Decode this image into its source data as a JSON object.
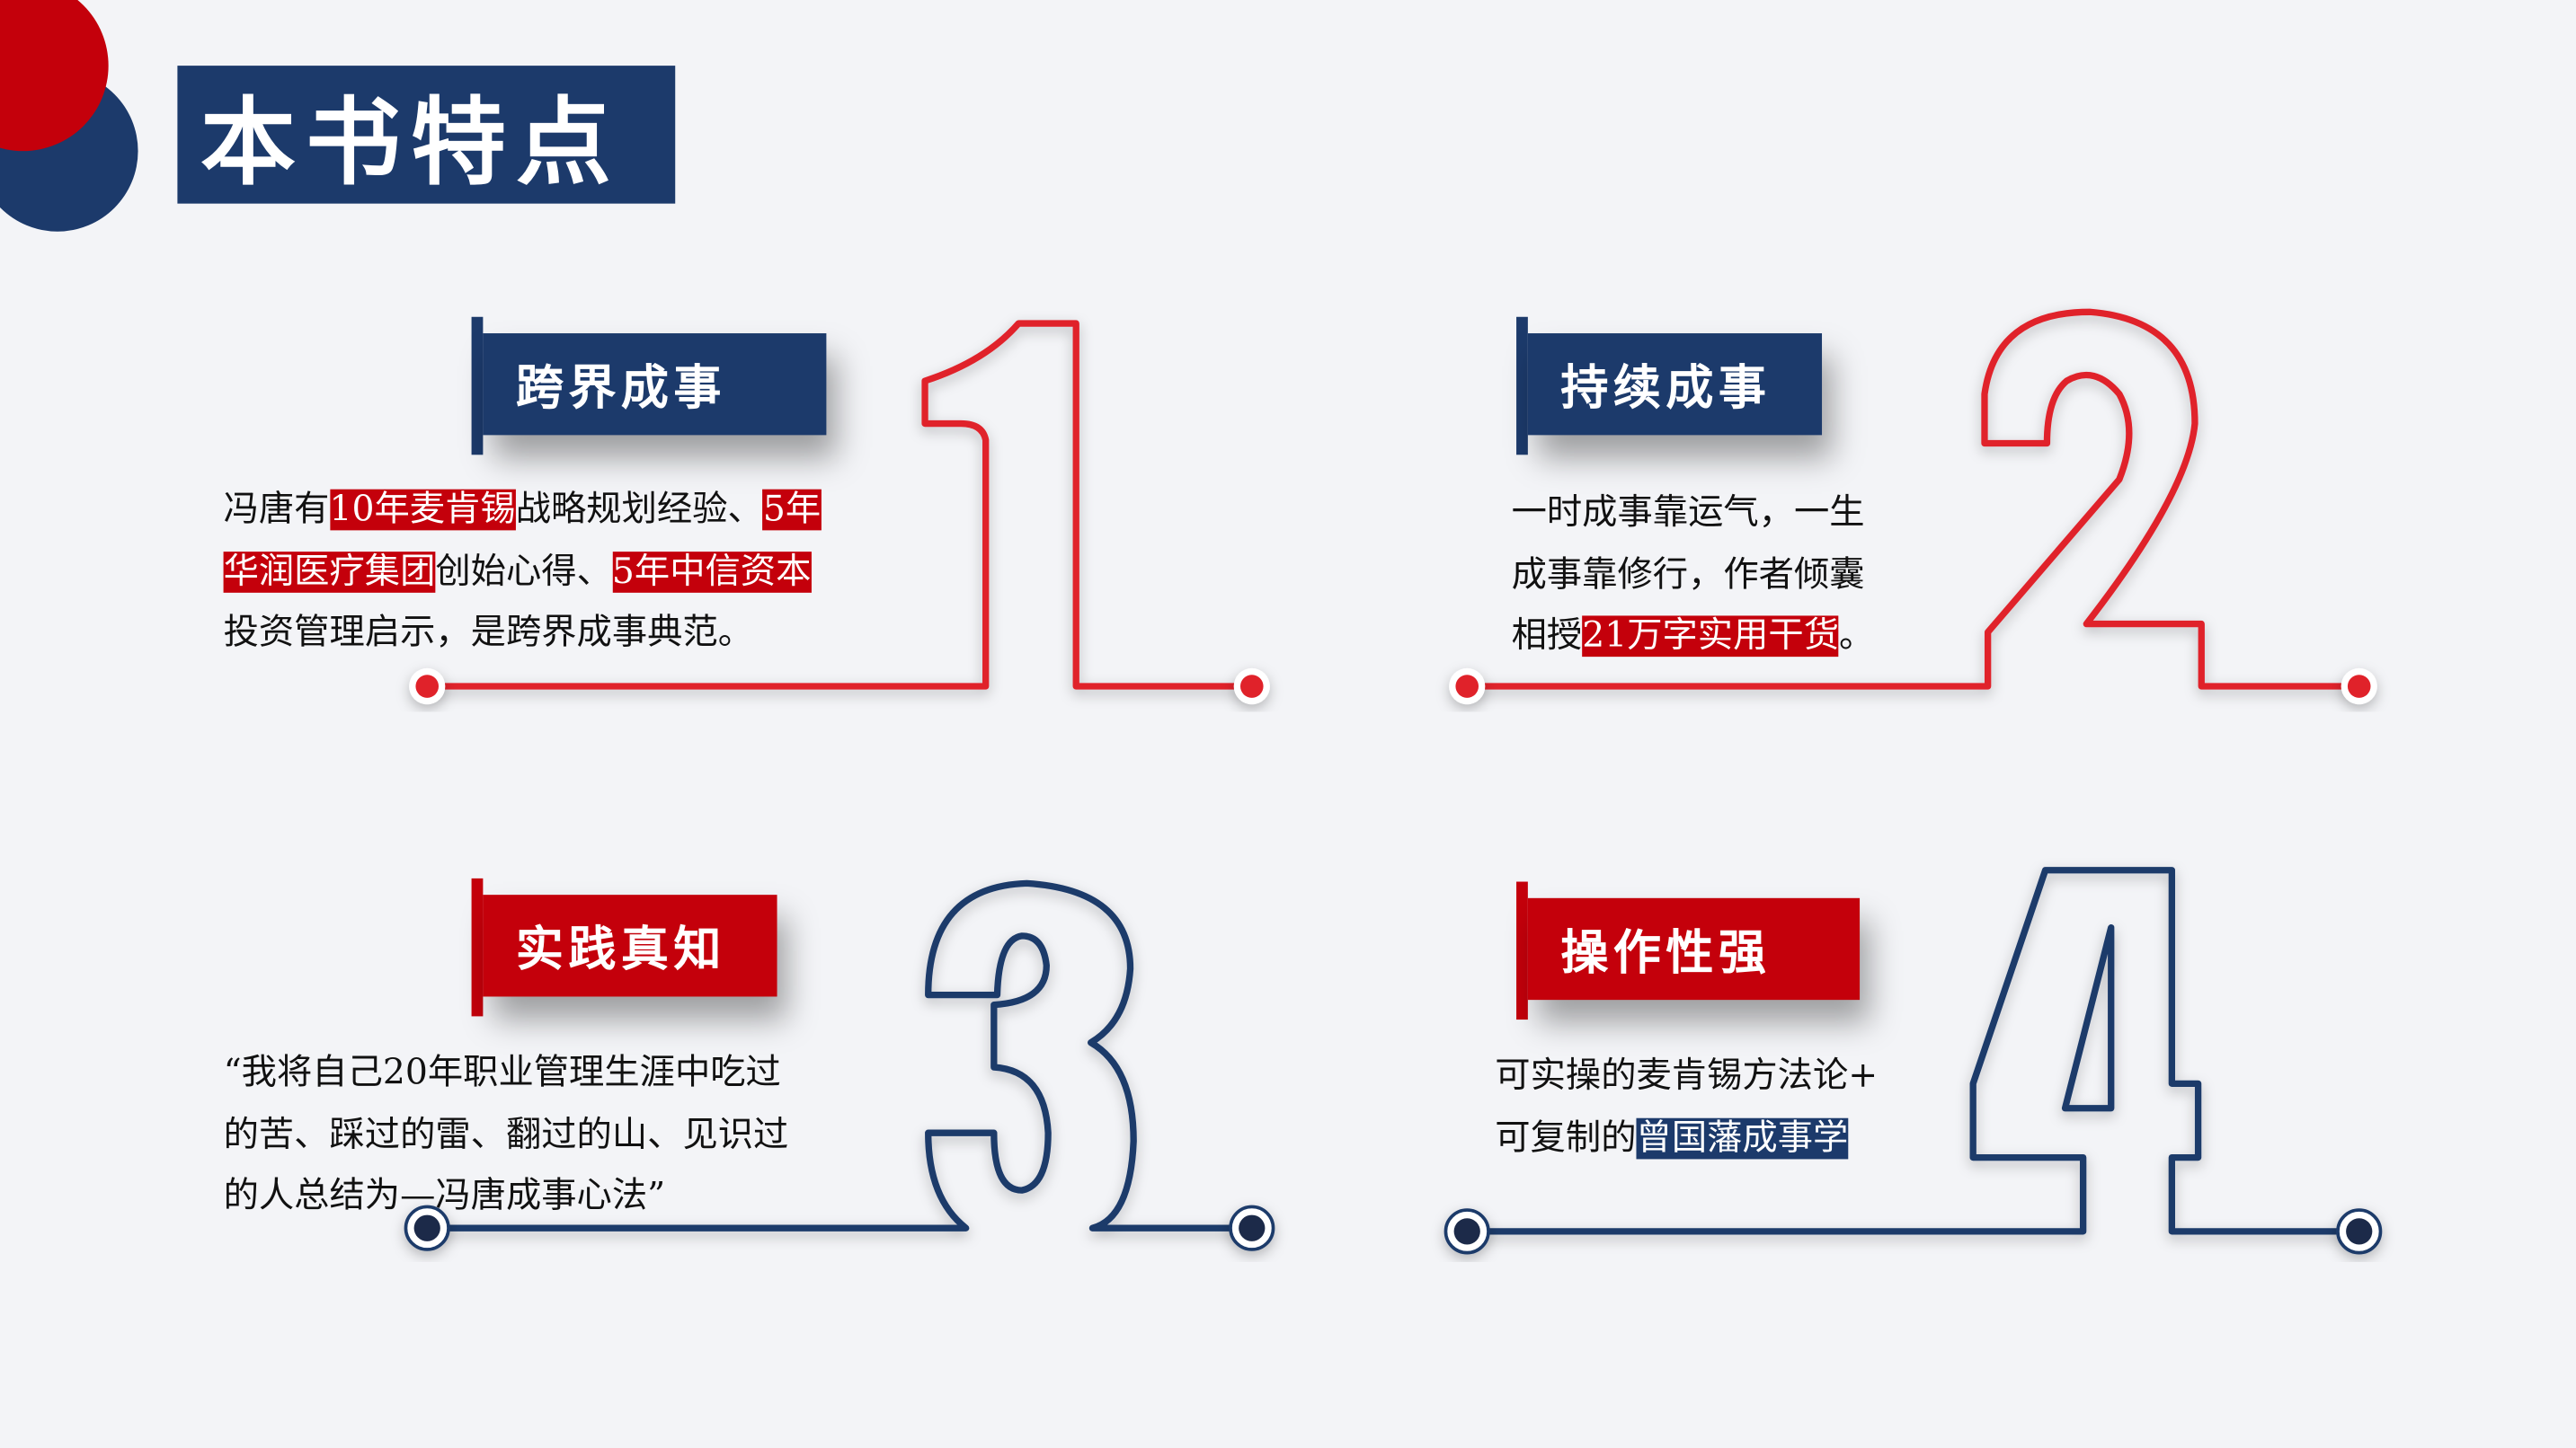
{
  "title": "本书特点",
  "colors": {
    "red": "#c4000b",
    "blue": "#1c3a6b",
    "bg": "#f3f4f7"
  },
  "features": [
    {
      "number": "1",
      "heading": "跨界成事",
      "text": [
        [
          {
            "t": "冯唐有"
          },
          {
            "t": "10年麦肯锡",
            "hl": "red"
          },
          {
            "t": "战略规划经验、"
          },
          {
            "t": "5年",
            "hl": "red"
          }
        ],
        [
          {
            "t": "华润医疗集团",
            "hl": "red"
          },
          {
            "t": "创始心得、"
          },
          {
            "t": "5年中信资本",
            "hl": "red"
          }
        ],
        [
          {
            "t": "投资管理启示，是跨界成事典范。"
          }
        ]
      ]
    },
    {
      "number": "2",
      "heading": "持续成事",
      "text": [
        [
          {
            "t": "一时成事靠运气，一生"
          }
        ],
        [
          {
            "t": "成事靠修行，作者倾囊"
          }
        ],
        [
          {
            "t": "相授"
          },
          {
            "t": "21万字实用干货",
            "hl": "red"
          },
          {
            "t": "。"
          }
        ]
      ]
    },
    {
      "number": "3",
      "heading": "实践真知",
      "text": [
        [
          {
            "t": "“我将自己20年职业管理生涯中吃过"
          }
        ],
        [
          {
            "t": "的苦、踩过的雷、翻过的山、见识过"
          }
        ],
        [
          {
            "t": "的人总结为—冯唐成事心法”"
          }
        ]
      ]
    },
    {
      "number": "4",
      "heading": "操作性强",
      "text": [
        [
          {
            "t": "可实操的麦肯锡方法论+"
          }
        ],
        [
          {
            "t": "可复制的"
          },
          {
            "t": "曾国藩成事学",
            "hl": "blue"
          }
        ]
      ]
    }
  ]
}
